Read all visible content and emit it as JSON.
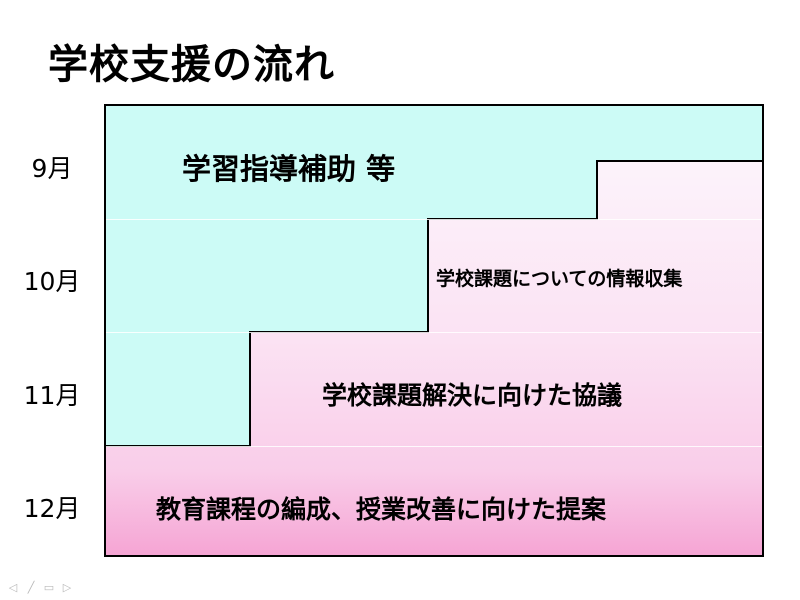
{
  "slide": {
    "title": "学校支援の流れ",
    "months": [
      "9月",
      "10月",
      "11月",
      "12月"
    ],
    "activities": [
      "学習指導補助 等",
      "学校課題についての情報収集",
      "学校課題解決に向けた協議",
      "教育課程の編成、授業改善に向けた提案"
    ],
    "colors": {
      "cyan": "#ccfbf6",
      "pink_light": "#fce9f6",
      "pink_mid": "#fbd8ef",
      "pink_deep": "#f6aad6",
      "border": "#000000"
    }
  },
  "nav": {
    "icons": [
      "previous-slide-icon",
      "pen-icon",
      "menu-icon",
      "next-slide-icon"
    ]
  }
}
